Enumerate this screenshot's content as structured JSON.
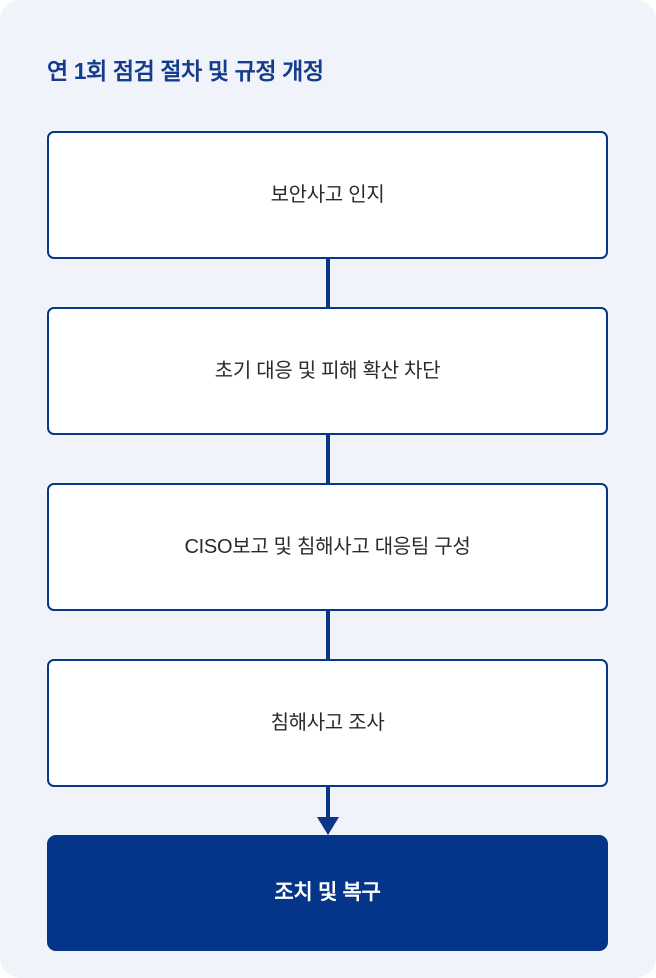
{
  "panel": {
    "title": "연 1회 점검 절차 및 규정 개정",
    "background_color": "#F0F3F9",
    "accent_color": "#0A3588",
    "title_color": "#143C8C"
  },
  "flowchart": {
    "orientation": "vertical",
    "steps": [
      {
        "label": "보안사고 인지",
        "style": "outlined"
      },
      {
        "label": "초기 대응 및 피해 확산 차단",
        "style": "outlined"
      },
      {
        "label": "CISO보고 및 침해사고 대응팀 구성",
        "style": "outlined"
      },
      {
        "label": "침해사고 조사",
        "style": "outlined"
      },
      {
        "label": "조치 및 복구",
        "style": "filled"
      }
    ],
    "connectors": [
      {
        "from": 0,
        "to": 1,
        "kind": "line"
      },
      {
        "from": 1,
        "to": 2,
        "kind": "line"
      },
      {
        "from": 2,
        "to": 3,
        "kind": "line"
      },
      {
        "from": 3,
        "to": 4,
        "kind": "arrow"
      }
    ]
  }
}
